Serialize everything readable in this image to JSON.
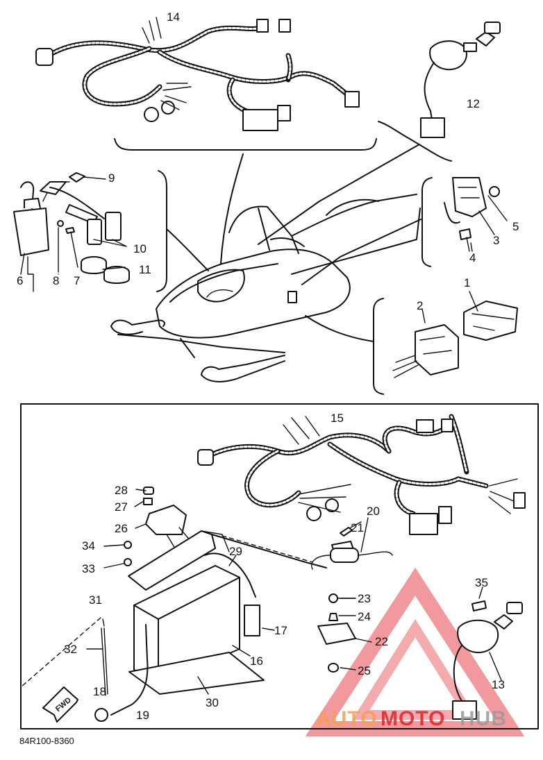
{
  "callouts": {
    "c1": "1",
    "c2": "2",
    "c3": "3",
    "c4": "4",
    "c5": "5",
    "c6": "6",
    "c7": "7",
    "c8": "8",
    "c9": "9",
    "c10": "10",
    "c11": "11",
    "c12": "12",
    "c13": "13",
    "c14": "14",
    "c15": "15",
    "c16": "16",
    "c17": "17",
    "c18": "18",
    "c19": "19",
    "c20": "20",
    "c21": "21",
    "c22": "22",
    "c23": "23",
    "c24": "24",
    "c25": "25",
    "c26": "26",
    "c27": "27",
    "c28": "28",
    "c29": "29",
    "c30": "30",
    "c31": "31",
    "c32": "32",
    "c33": "33",
    "c34": "34",
    "c35": "35"
  },
  "fwd_label": "FWD",
  "reference_code": "84R100-8360",
  "watermark": {
    "text_part1": "AUTO",
    "text_part2": "MOTO",
    "text_part3": "HUB",
    "color_orange": "#f4a24a",
    "color_red": "#e0242a",
    "color_gray": "#9a9a9a"
  }
}
